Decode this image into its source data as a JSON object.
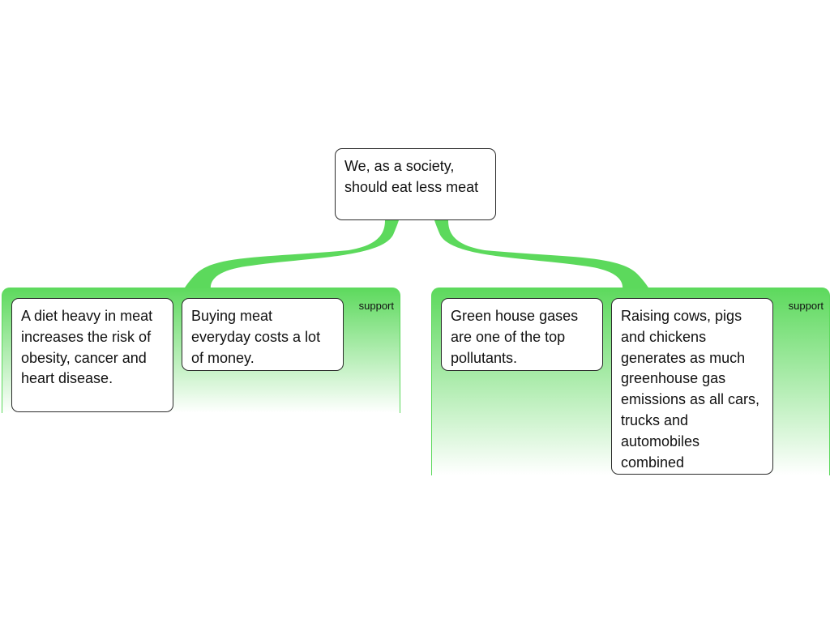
{
  "colors": {
    "connector": "#5cd95c",
    "group_fill_top": "#5cd95c",
    "group_fill_bottom": "#ffffff",
    "node_border": "#2b2b2b",
    "node_background": "#ffffff",
    "text": "#111111"
  },
  "root": {
    "text": "We, as a society, should eat less meat"
  },
  "groups": [
    {
      "label": "support",
      "nodes": [
        {
          "text": "A diet heavy in meat increases the risk of obesity, cancer and heart disease."
        },
        {
          "text": "Buying meat everyday costs a lot of money."
        }
      ]
    },
    {
      "label": "support",
      "nodes": [
        {
          "text": "Green house gases are one of the top pollutants."
        },
        {
          "text": "Raising cows, pigs and chickens generates as much greenhouse gas emissions as all cars, trucks and automobiles combined"
        }
      ]
    }
  ]
}
